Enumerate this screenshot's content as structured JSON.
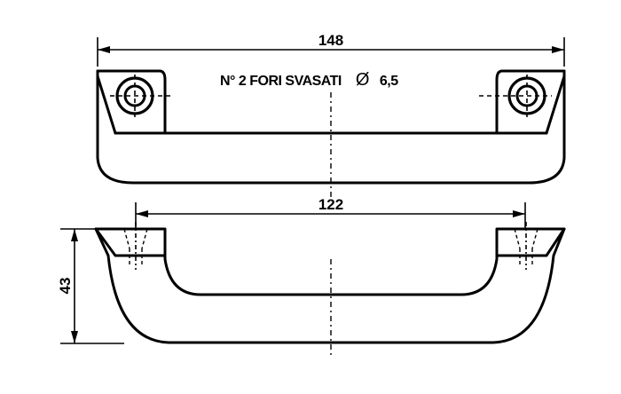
{
  "dimensions": {
    "overall_length": "148",
    "hole_spacing": "122",
    "height": "43"
  },
  "note": {
    "prefix": "N° 2 FORI SVASATI",
    "diameter_symbol": "Ø",
    "diameter_value": "6,5"
  },
  "colors": {
    "line": "#000000",
    "background": "#ffffff"
  }
}
